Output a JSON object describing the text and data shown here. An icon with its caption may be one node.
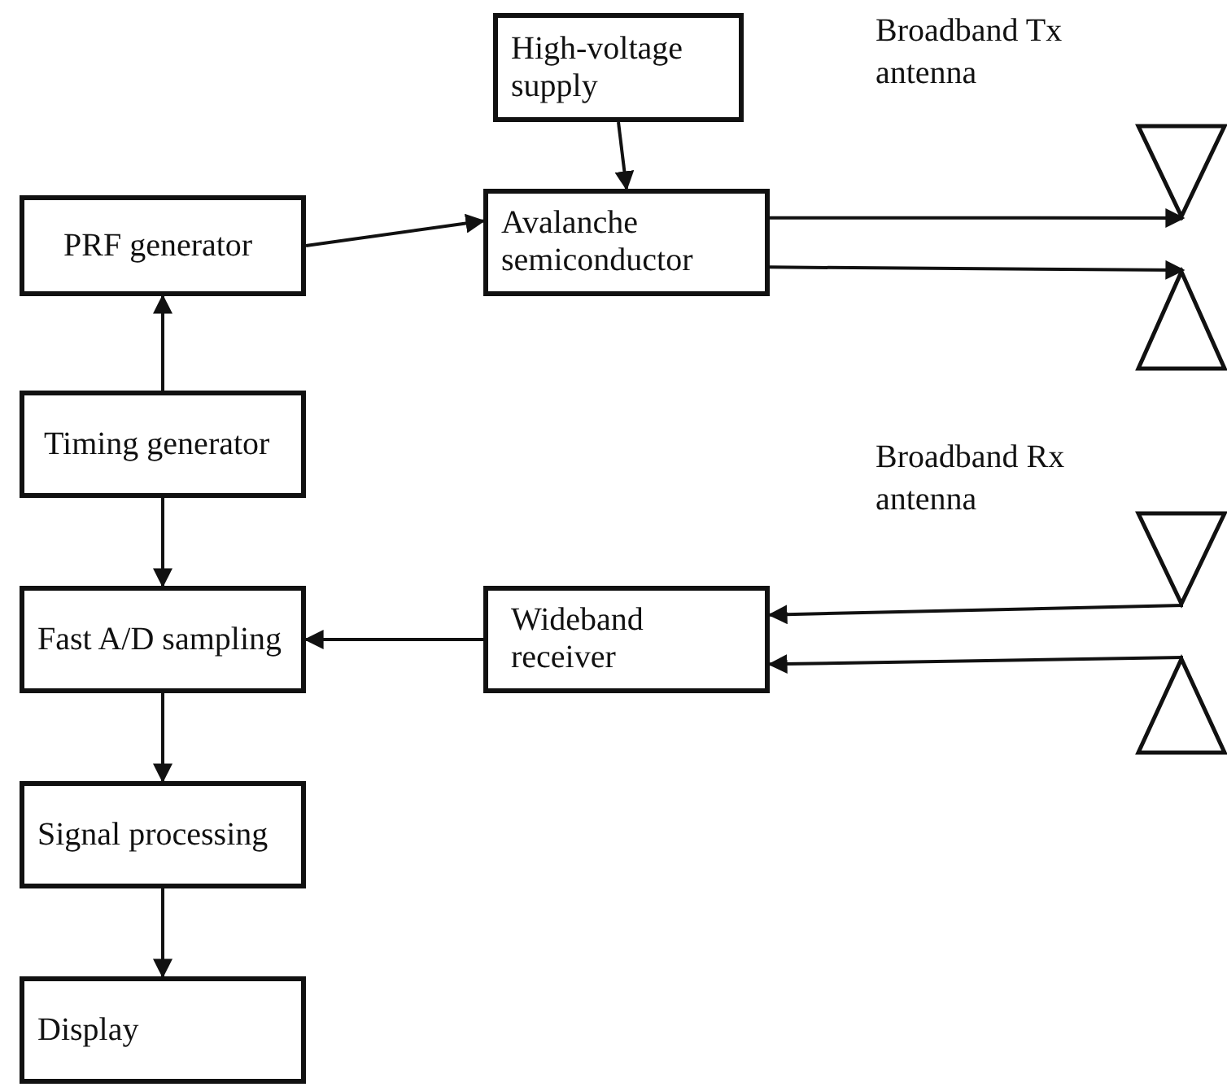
{
  "diagram": {
    "nodes": [
      {
        "text": [
          "High-voltage supply"
        ]
      },
      {
        "text": [],
        "shape": "triangle",
        "beside": [
          "Broadband Tx antenna"
        ]
      },
      {
        "text": [
          "PRF generator"
        ]
      },
      {
        "text": [
          "Avalanche semiconductor"
        ]
      },
      {
        "text": [],
        "shape": "triangle"
      },
      {
        "text": [
          "Timing generator"
        ]
      },
      {
        "text": [],
        "shape": "triangle",
        "beside": [
          "Broadband Rx antenna"
        ]
      },
      {
        "text": [
          "Fast A/D sampling"
        ]
      },
      {
        "text": [
          "Wideband receiver"
        ]
      },
      {
        "text": [],
        "shape": "triangle"
      },
      {
        "text": [
          "Signal processing"
        ]
      },
      {
        "text": [
          "Display"
        ]
      }
    ],
    "edges": [
      {
        "from": 0,
        "to": 3,
        "arrow": "to"
      },
      {
        "from": 2,
        "to": 3,
        "arrow": "to"
      },
      {
        "from": 3,
        "to": 1,
        "arrow": "to"
      },
      {
        "from": 3,
        "to": 4,
        "arrow": "to"
      },
      {
        "from": 5,
        "to": 2,
        "arrow": "to"
      },
      {
        "from": 5,
        "to": 7,
        "arrow": "to"
      },
      {
        "from": 6,
        "to": 8,
        "arrow": "to"
      },
      {
        "from": 9,
        "to": 8,
        "arrow": "to"
      },
      {
        "from": 8,
        "to": 7,
        "arrow": "to"
      },
      {
        "from": 7,
        "to": 10,
        "arrow": "to"
      },
      {
        "from": 10,
        "to": 11,
        "arrow": "to"
      }
    ]
  }
}
